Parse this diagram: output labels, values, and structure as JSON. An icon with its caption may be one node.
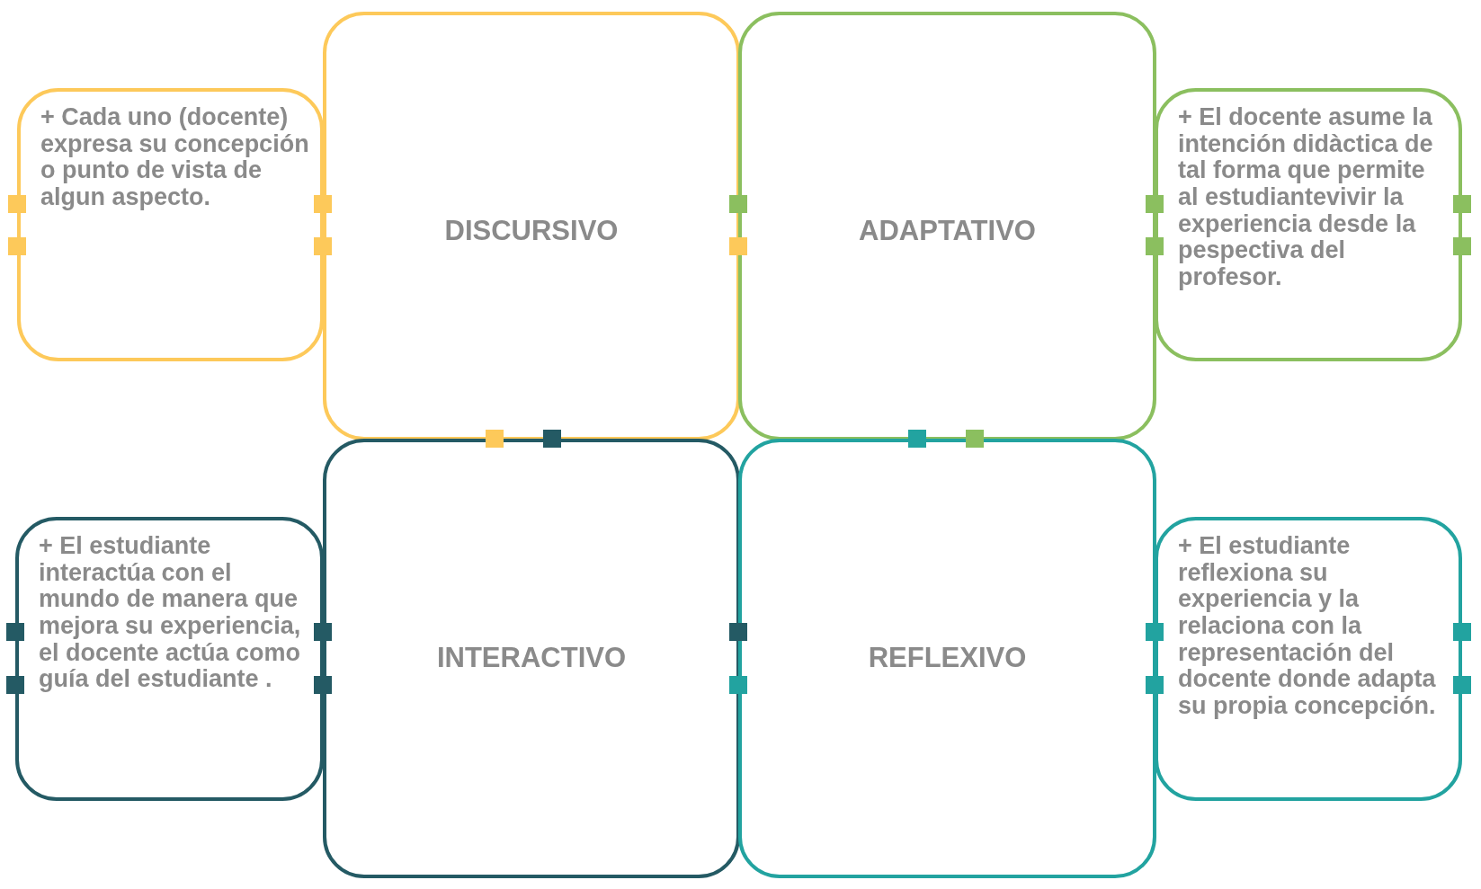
{
  "diagram": {
    "nodes": [
      {
        "text": [
          "+ Cada uno (docente) expresa su concepción o punto de vista de algun aspecto."
        ]
      },
      {
        "text": [
          "DISCURSIVO"
        ]
      },
      {
        "text": [
          "ADAPTATIVO"
        ]
      },
      {
        "text": [
          "+ El docente asume la intención didàctica de tal forma que permite al estudiantevivir la experiencia desde la pespectiva del profesor."
        ]
      },
      {
        "text": [
          "+ El estudiante interactúa con el mundo de manera que mejora su experiencia, el docente actúa como guía del estudiante ."
        ]
      },
      {
        "text": [
          "INTERACTIVO"
        ]
      },
      {
        "text": [
          "REFLEXIVO"
        ]
      },
      {
        "text": [
          "+ El estudiante reflexiona su experiencia y la relaciona con la representación del docente donde adapta su propia concepción."
        ]
      }
    ]
  }
}
